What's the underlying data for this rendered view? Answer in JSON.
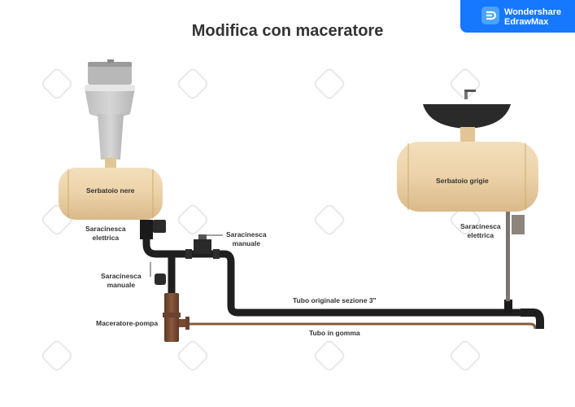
{
  "title": "Modifica con maceratore",
  "badge": {
    "line1": "Wondershare",
    "line2": "EdrawMax",
    "color": "#1677ff"
  },
  "labels": {
    "tank_black": "Serbatoio nere",
    "tank_grey": "Serbatoio grigie",
    "valve_electric_left_1": "Saracinesca",
    "valve_electric_left_2": "elettrica",
    "valve_manual_top_1": "Saracinesca",
    "valve_manual_top_2": "manuale",
    "valve_manual_left_1": "Saracinesca",
    "valve_manual_left_2": "manuale",
    "macerator": "Maceratore-pompa",
    "valve_electric_right_1": "Saracinesca",
    "valve_electric_right_2": "elettrica",
    "pipe_original": "Tubo originale sezione 3\"",
    "pipe_rubber": "Tubo in gomma"
  },
  "colors": {
    "tank": "#ecd2a8",
    "pipe_black": "#222222",
    "pipe_brown": "#8a5a3c",
    "macerator": "#7a4a30",
    "toilet": "#c8c8c8",
    "sink": "#2a2a2a"
  }
}
